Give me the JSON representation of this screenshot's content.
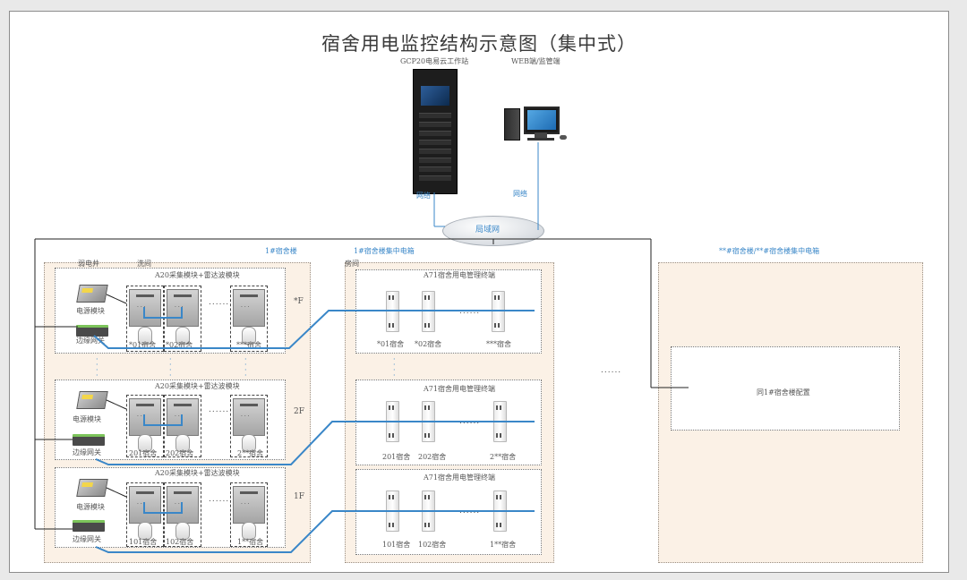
{
  "title": "宿舍用电监控结构示意图（集中式）",
  "top": {
    "workstation_label": "GCP20电易云工作站",
    "web_label": "WEB端/监管端",
    "net_left": "网络",
    "net_right": "网络",
    "lan_label": "局域网"
  },
  "left_zone": {
    "title": "1#宿舍楼",
    "corridor": "弱电井",
    "washroom": "洗间"
  },
  "mid_zone": {
    "title": "1#宿舍楼集中电箱",
    "room": "房间"
  },
  "right_zone": {
    "title": "**#宿舍楼/**#宿舍楼集中电箱",
    "config": "同1#宿舍楼配置"
  },
  "floors": [
    {
      "level": "*F",
      "a20_title": "A20采集模块+雷达波模块",
      "a71_title": "A71宿舍用电管理终端",
      "psu": "电源模块",
      "gateway": "边缘网关",
      "rooms_left": [
        "*01宿舍",
        "*02宿舍",
        "***宿舍"
      ],
      "rooms_mid": [
        "*01宿舍",
        "*02宿舍",
        "***宿舍"
      ]
    },
    {
      "level": "2F",
      "a20_title": "A20采集模块+雷达波模块",
      "a71_title": "A71宿舍用电管理终端",
      "psu": "电源模块",
      "gateway": "边缘网关",
      "rooms_left": [
        "201宿舍",
        "202宿舍",
        "2**宿舍"
      ],
      "rooms_mid": [
        "201宿舍",
        "202宿舍",
        "2**宿舍"
      ]
    },
    {
      "level": "1F",
      "a20_title": "A20采集模块+雷达波模块",
      "a71_title": "A71宿舍用电管理终端",
      "psu": "电源模块",
      "gateway": "边缘网关",
      "rooms_left": [
        "101宿舍",
        "102宿舍",
        "1**宿舍"
      ],
      "rooms_mid": [
        "101宿舍",
        "102宿舍",
        "1**宿舍"
      ]
    }
  ],
  "ellipsis": "......",
  "colors": {
    "wire_blue": "#3a87c8",
    "wire_black": "#222222",
    "zone_fill": "#fbf1e6"
  }
}
